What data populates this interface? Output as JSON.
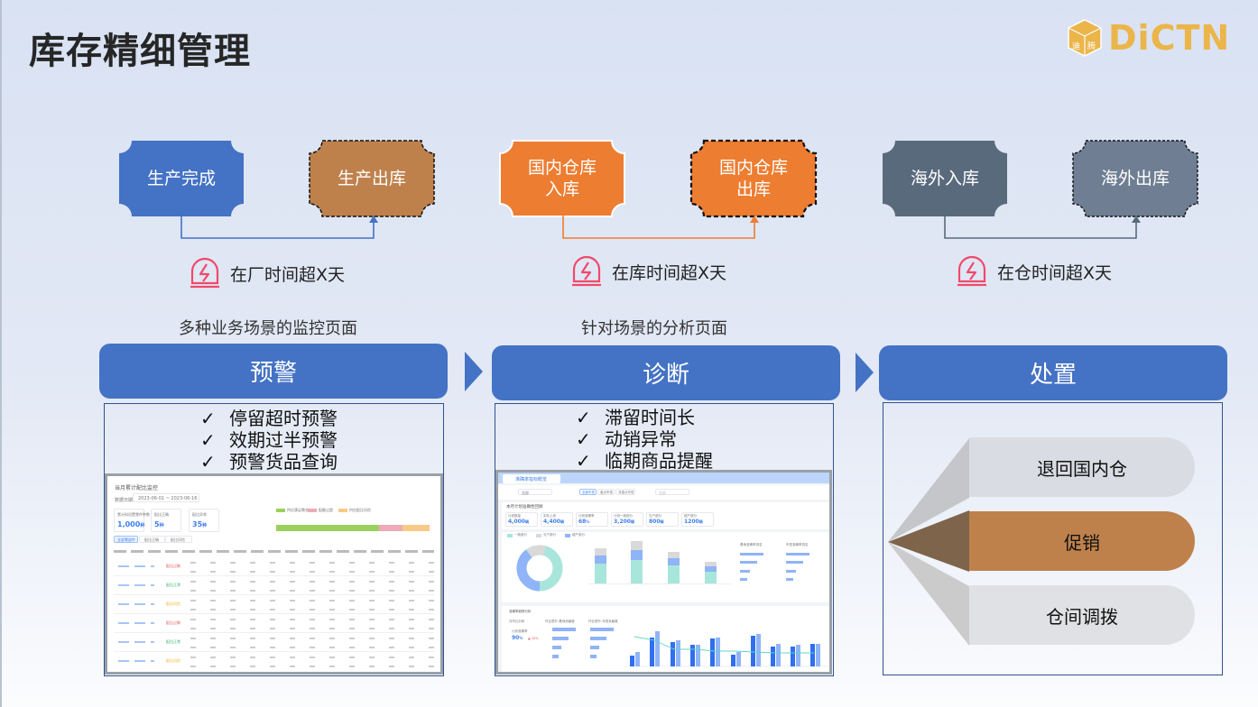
{
  "page": {
    "title": "库存精细管理",
    "logo": {
      "text": "DiCTN",
      "icon": "cube-logo-icon",
      "color": "#ebb54a"
    }
  },
  "flows": [
    {
      "from": {
        "label": "生产完成",
        "color": "#4472c4",
        "dashed": false
      },
      "to": {
        "label": "生产出库",
        "color": "#bf814c",
        "dashed": true
      },
      "line_color": "#4472c4",
      "alert": {
        "icon": "alarm-light-icon",
        "text": "在厂时间超X天"
      }
    },
    {
      "from": {
        "label": "国内仓库\n入库",
        "line1": "国内仓库",
        "line2": "入库",
        "color": "#ed7d31",
        "dashed": false
      },
      "to": {
        "label": "国内仓库\n出库",
        "line1": "国内仓库",
        "line2": "出库",
        "color": "#ed7d31",
        "dashed": true
      },
      "line_color": "#ed7d31",
      "alert": {
        "icon": "alarm-light-icon",
        "text": "在库时间超X天"
      }
    },
    {
      "from": {
        "label": "海外入库",
        "color": "#5a6a7d",
        "dashed": false
      },
      "to": {
        "label": "海外出库",
        "color": "#6f7e92",
        "dashed": true
      },
      "line_color": "#5a6a7d",
      "alert": {
        "icon": "alarm-light-icon",
        "text": "在仓时间超X天"
      }
    }
  ],
  "stages": [
    {
      "caption": "多种业务场景的监控页面",
      "title": "预警",
      "checks": [
        "停留超时预警",
        "效期过半预警",
        "预警货品查询"
      ]
    },
    {
      "caption": "针对场景的分析页面",
      "title": "诊断",
      "checks": [
        "滞留时间长",
        "动销异常",
        "临期商品提醒"
      ]
    },
    {
      "caption": "",
      "title": "处置",
      "actions": [
        {
          "label": "退回国内仓",
          "color": "#d9dce3",
          "highlight": false
        },
        {
          "label": "促销",
          "color": "#bf814c",
          "highlight": true
        },
        {
          "label": "仓间调拨",
          "color": "#e0e1e4",
          "highlight": false
        }
      ]
    }
  ],
  "check_mark": "✓",
  "monitor_screenshot": {
    "title": "当月累计配比监控",
    "date_label": "数据日期",
    "date_range": "2023-06-01 ~ 2023-06-16",
    "kpis": [
      {
        "label": "累计拟设置零件种数",
        "value": "1,000",
        "unit": "种"
      },
      {
        "label": "配比正确",
        "value": "5",
        "unit": "种"
      },
      {
        "label": "配比异常",
        "value": "35",
        "unit": "种"
      }
    ],
    "legend": [
      {
        "label": "供应满足需求",
        "color": "#9bd05c"
      },
      {
        "label": "配额过超",
        "color": "#f0a9b6"
      },
      {
        "label": "供应配比风险",
        "color": "#fbc987"
      }
    ],
    "stack_bar": [
      67,
      15,
      18
    ],
    "tabs": [
      "全部零部件",
      "配比正确",
      "配比风险"
    ],
    "status_tags": [
      {
        "label": "配比过剩",
        "color": "#e05a5a"
      },
      {
        "label": "配比正常",
        "color": "#35b56a"
      },
      {
        "label": "配比风险",
        "color": "#f0b429"
      },
      {
        "label": "配比过剩",
        "color": "#e05a5a"
      },
      {
        "label": "配比正常",
        "color": "#35b56a"
      },
      {
        "label": "配比风险",
        "color": "#f0b429"
      }
    ]
  },
  "analysis_screenshot": {
    "tab": "准确率指标概览",
    "filters": [
      "全部",
      "全部车型",
      "重点车型",
      "非重点车型",
      "全部"
    ],
    "kpi_title": "本月计划准确性回顾",
    "kpis": [
      {
        "label": "计划数量",
        "value": "4,000",
        "unit": "辆"
      },
      {
        "label": "实际上线",
        "value": "4,400",
        "unit": "辆"
      },
      {
        "label": "计划准确率",
        "value": "68",
        "unit": "%"
      },
      {
        "label": "计划一致部分",
        "value": "3,200",
        "unit": "辆"
      },
      {
        "label": "欠产部分",
        "value": "800",
        "unit": "辆"
      },
      {
        "label": "超产部分",
        "value": "1200",
        "unit": "辆"
      }
    ],
    "legend": [
      {
        "label": "一致部分",
        "color": "#a8e6dc"
      },
      {
        "label": "欠产部分",
        "color": "#d9d9d9"
      },
      {
        "label": "超产部分",
        "color": "#8fb4f7"
      }
    ],
    "rank_titles": [
      "基地准确率排名",
      "车型准确率排名"
    ],
    "trend_title": "准确率趋势分析",
    "mom_title": "月环比分析",
    "mom_label": "计划准确率",
    "mom_value": "90",
    "mom_unit": "%",
    "mom_change": "10%",
    "contrib_titles": [
      "环比提升-基地贡献度",
      "环比提升-车型贡献度"
    ]
  }
}
